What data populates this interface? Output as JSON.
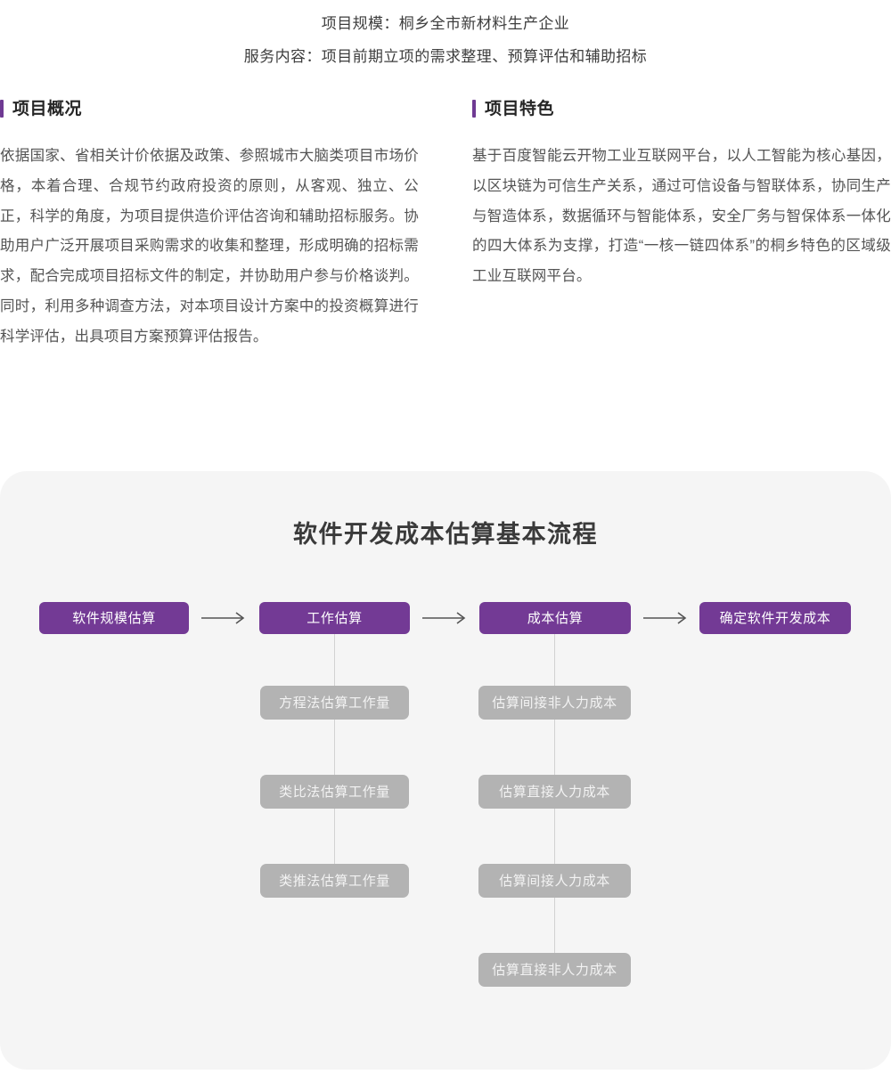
{
  "intro": {
    "line1": "项目规模：桐乡全市新材料生产企业",
    "line2": "服务内容：项目前期立项的需求整理、预算评估和辅助招标"
  },
  "sections": {
    "left": {
      "title": "项目概况",
      "body": "依据国家、省相关计价依据及政策、参照城市大脑类项目市场价格，本着合理、合规节约政府投资的原则，从客观、独立、公正，科学的角度，为项目提供造价评估咨询和辅助招标服务。协助用户广泛开展项目采购需求的收集和整理，形成明确的招标需求，配合完成项目招标文件的制定，并协助用户参与价格谈判。同时，利用多种调查方法，对本项目设计方案中的投资概算进行科学评估，出具项目方案预算评估报告。"
    },
    "right": {
      "title": "项目特色",
      "body": "基于百度智能云开物工业互联网平台，以人工智能为核心基因，以区块链为可信生产关系，通过可信设备与智联体系，协同生产与智造体系，数据循环与智能体系，安全厂务与智保体系一体化的四大体系为支撑，打造“一核一链四体系”的桐乡特色的区域级工业互联网平台。"
    }
  },
  "flow": {
    "title": "软件开发成本估算基本流程",
    "primary_nodes": [
      {
        "label": "软件规模估算"
      },
      {
        "label": "工作估算"
      },
      {
        "label": "成本估算"
      },
      {
        "label": "确定软件开发成本"
      }
    ],
    "work_estimation_branch": [
      {
        "label": "方程法估算工作量"
      },
      {
        "label": "类比法估算工作量"
      },
      {
        "label": "类推法估算工作量"
      }
    ],
    "cost_estimation_branch": [
      {
        "label": "估算间接非人力成本"
      },
      {
        "label": "估算直接人力成本"
      },
      {
        "label": "估算间接人力成本"
      },
      {
        "label": "估算直接非人力成本"
      }
    ],
    "arrow_icon": "arrow-right-icon"
  },
  "colors": {
    "accent_purple": "#6f3a93",
    "node_purple": "#733a95",
    "node_gray": "#b3b3b3",
    "card_bg": "#f5f5f5",
    "connector": "#d2d2d2",
    "body_text": "#545454",
    "heading_text": "#262626"
  }
}
